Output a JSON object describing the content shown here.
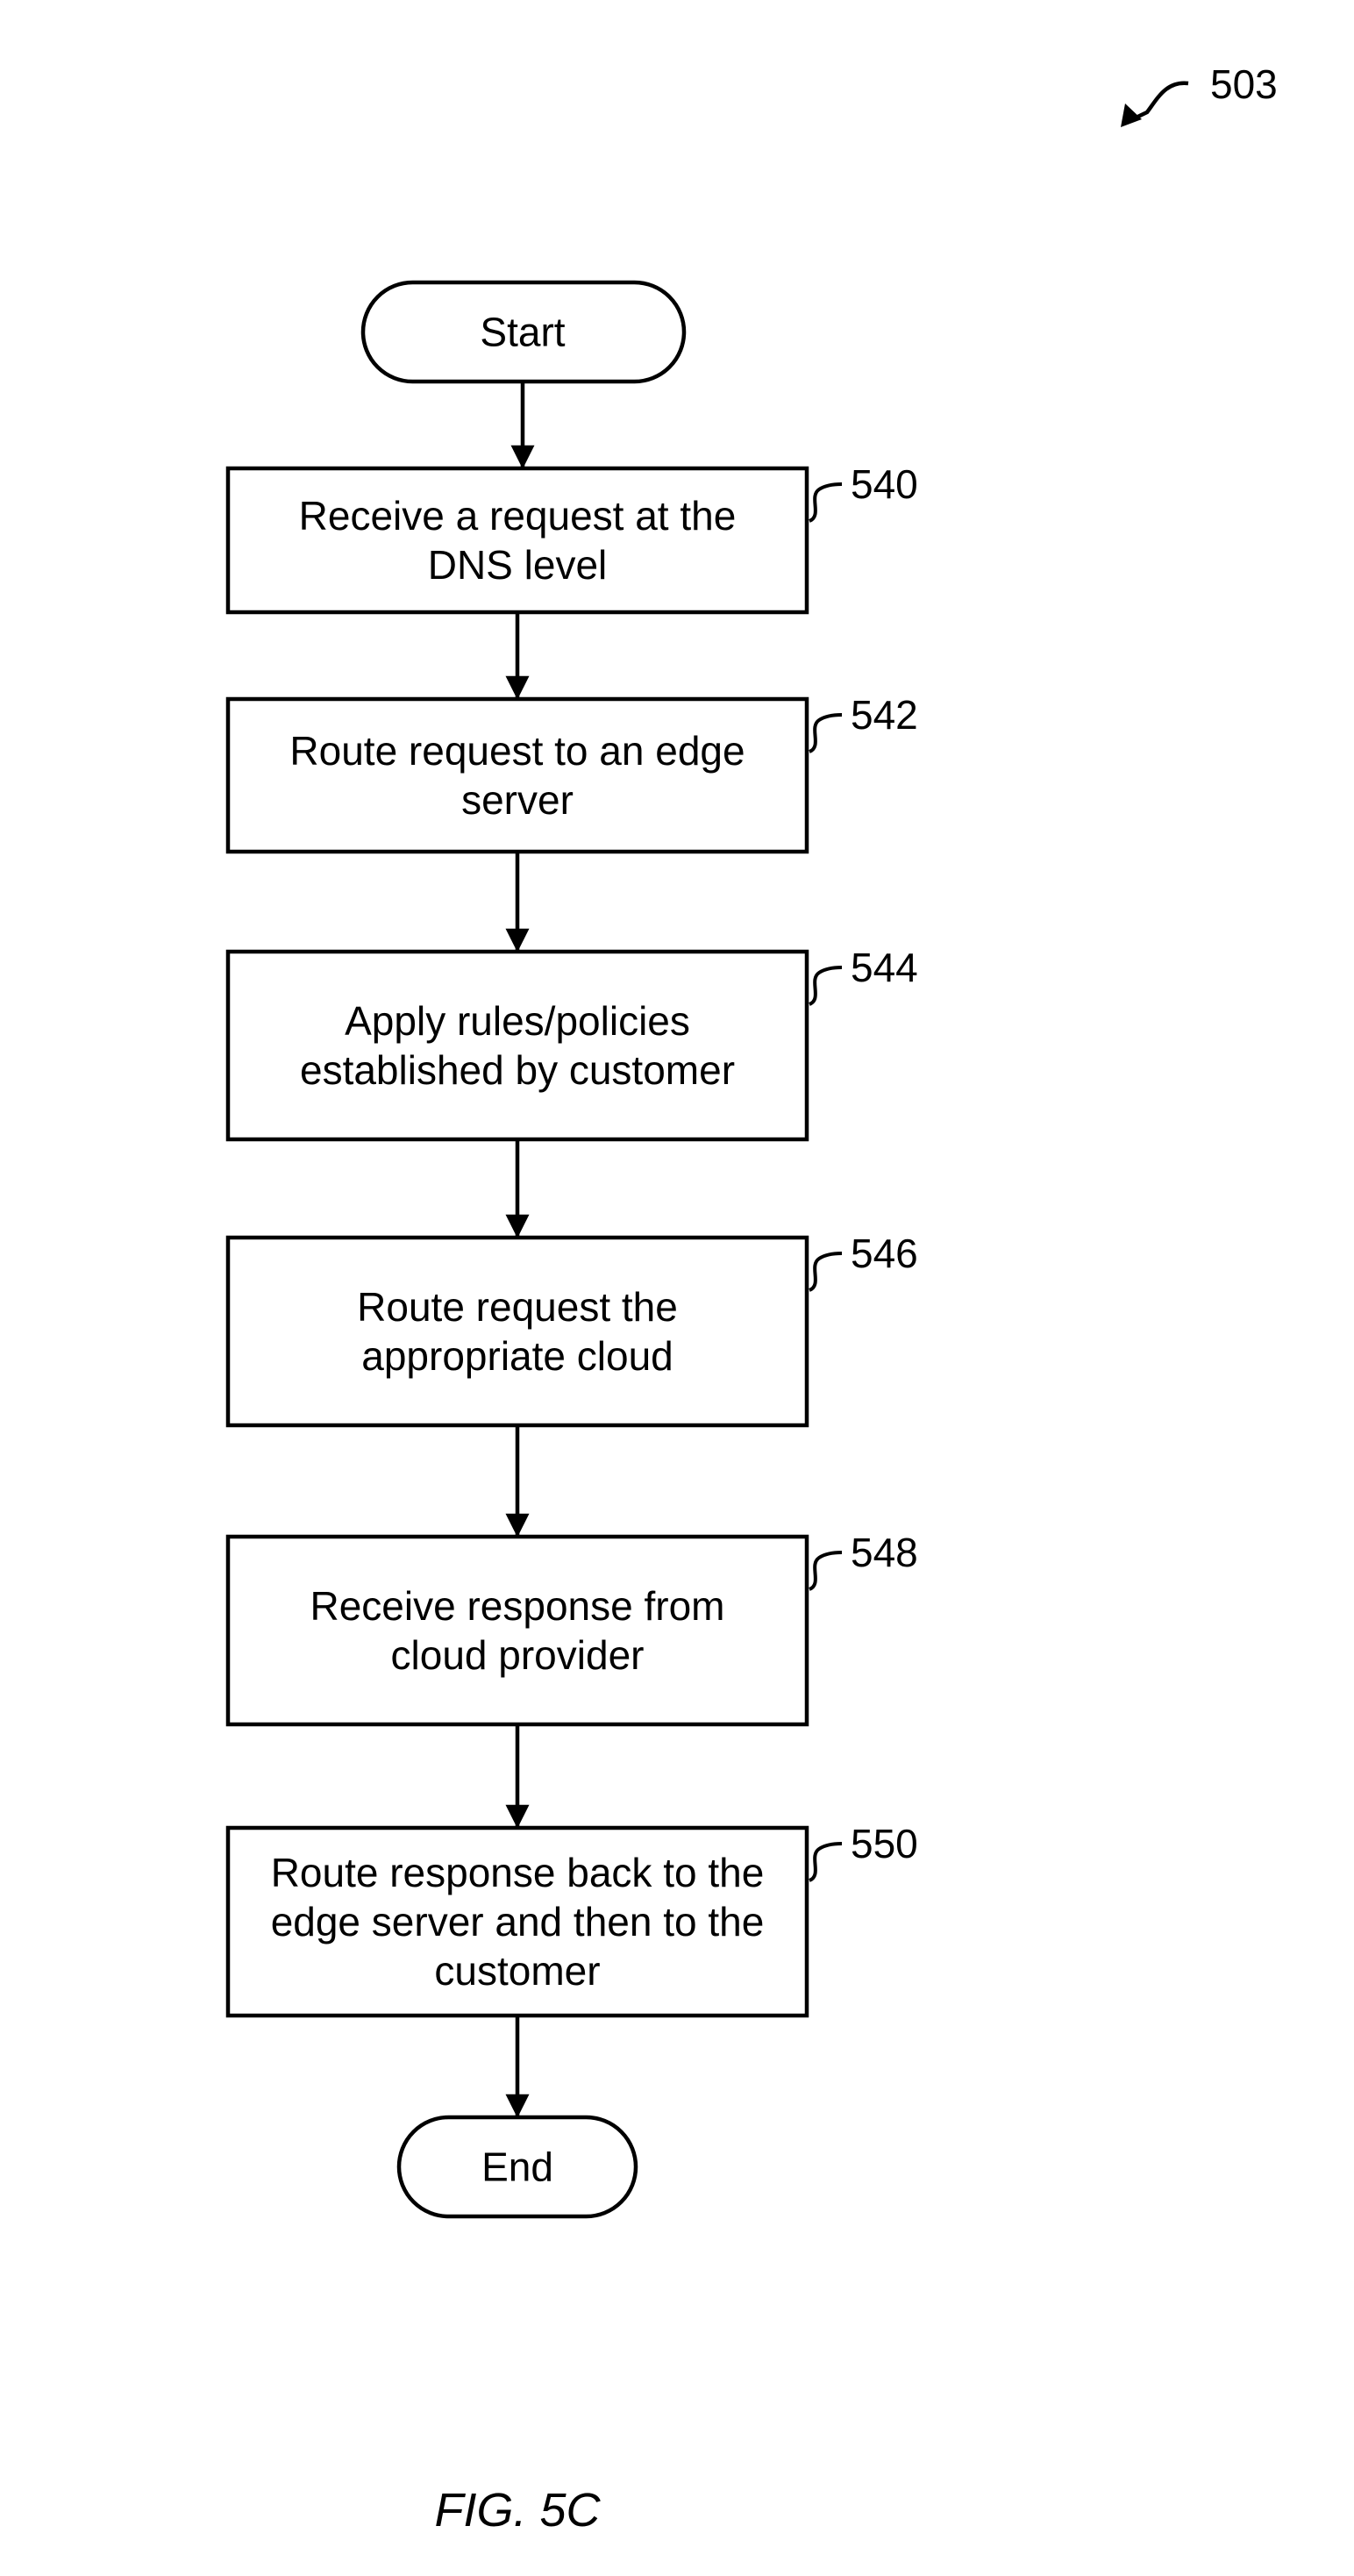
{
  "figure": {
    "reference": "503",
    "caption": "FIG. 5C"
  },
  "nodes": [
    {
      "id": "start",
      "kind": "terminal",
      "lines": [
        "Start"
      ]
    },
    {
      "id": "540",
      "kind": "process",
      "lines": [
        "Receive a request at the",
        "DNS level"
      ],
      "ref": "540"
    },
    {
      "id": "542",
      "kind": "process",
      "lines": [
        "Route request to an edge",
        "server"
      ],
      "ref": "542"
    },
    {
      "id": "544",
      "kind": "process",
      "lines": [
        "Apply rules/policies",
        "established by customer"
      ],
      "ref": "544"
    },
    {
      "id": "546",
      "kind": "process",
      "lines": [
        "Route request the",
        "appropriate cloud"
      ],
      "ref": "546"
    },
    {
      "id": "548",
      "kind": "process",
      "lines": [
        "Receive response from",
        "cloud provider"
      ],
      "ref": "548"
    },
    {
      "id": "550",
      "kind": "process",
      "lines": [
        "Route response back to the",
        "edge server and then to the",
        "customer"
      ],
      "ref": "550"
    },
    {
      "id": "end",
      "kind": "terminal",
      "lines": [
        "End"
      ]
    }
  ],
  "edges": [
    [
      "start",
      "540"
    ],
    [
      "540",
      "542"
    ],
    [
      "542",
      "544"
    ],
    [
      "544",
      "546"
    ],
    [
      "546",
      "548"
    ],
    [
      "548",
      "550"
    ],
    [
      "550",
      "end"
    ]
  ]
}
